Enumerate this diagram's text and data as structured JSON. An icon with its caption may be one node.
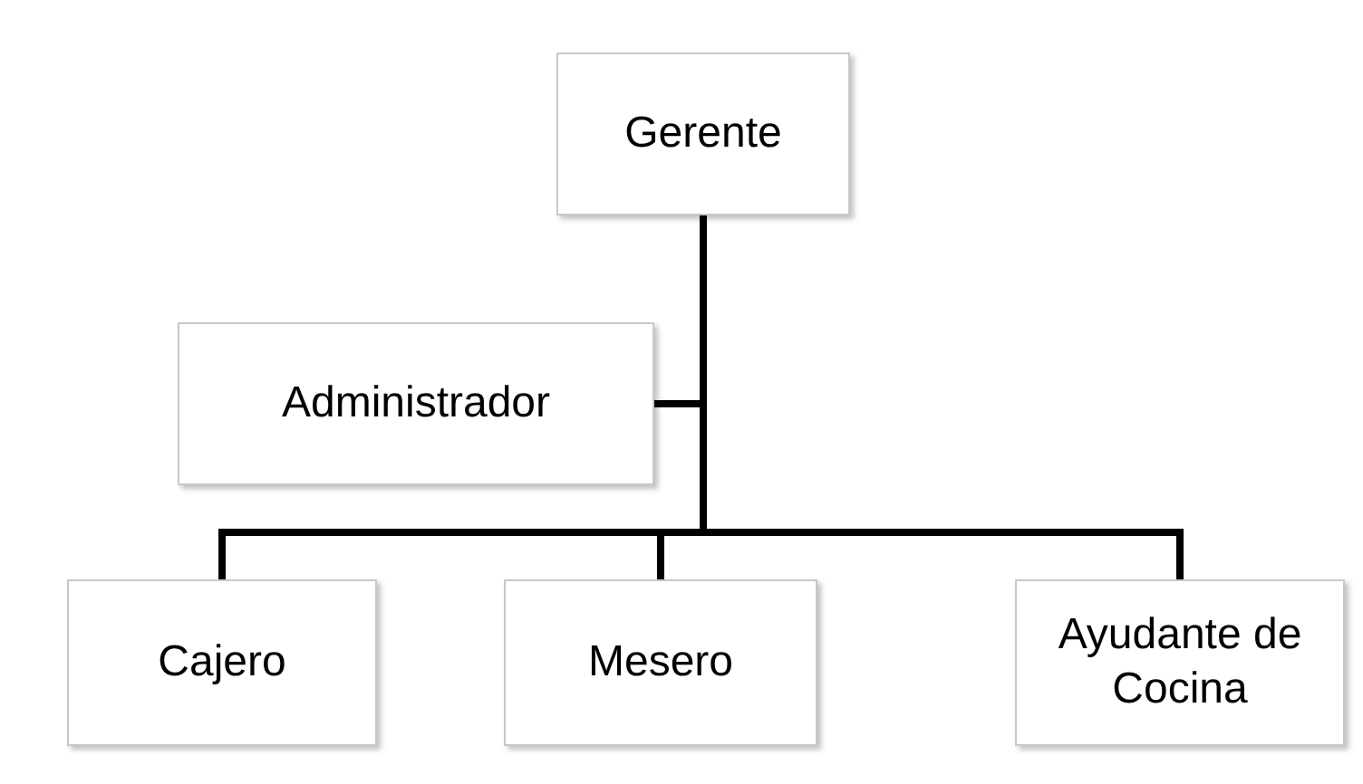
{
  "diagram": {
    "nodes": [
      {
        "text": [
          "Gerente"
        ]
      },
      {
        "text": [
          "Administrador"
        ]
      },
      {
        "text": [
          "Cajero"
        ]
      },
      {
        "text": [
          "Mesero"
        ]
      },
      {
        "text": [
          "Ayudante de Cocina"
        ]
      }
    ],
    "edges": [
      {
        "from": 0,
        "to": 1,
        "arrow": "none"
      },
      {
        "from": 0,
        "to": 2,
        "arrow": "none"
      },
      {
        "from": 0,
        "to": 3,
        "arrow": "none"
      },
      {
        "from": 0,
        "to": 4,
        "arrow": "none"
      }
    ]
  }
}
